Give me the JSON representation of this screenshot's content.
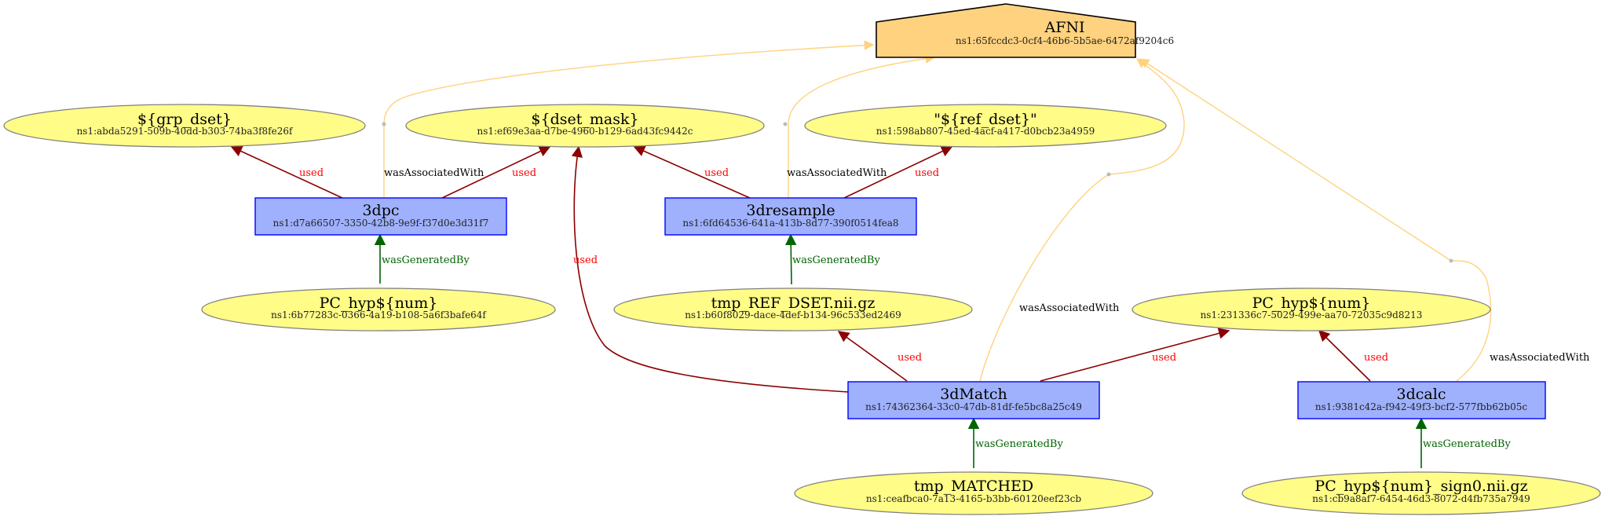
{
  "agent": {
    "title": "AFNI",
    "id": "ns1:65fccdc3-0cf4-46b6-5b5ae-6472af9204c6"
  },
  "entities": {
    "grp_dset": {
      "title": "${grp_dset}",
      "id": "ns1:abda5291-509b-40dd-b303-74ba3f8fe26f"
    },
    "dset_mask": {
      "title": "${dset_mask}",
      "id": "ns1:ef69e3aa-d7be-4960-b129-6ad43fc9442c"
    },
    "ref_dset": {
      "title": "\"${ref_dset}\"",
      "id": "ns1:598ab807-45ed-4acf-a417-d0bcb23a4959"
    },
    "pc_hyp_1": {
      "title": "PC_hyp${num}",
      "id": "ns1:6b77283c-0366-4a19-b108-5a6f3bafe64f"
    },
    "tmp_ref": {
      "title": "tmp_REF_DSET.nii.gz",
      "id": "ns1:b60f8029-dace-4def-b134-96c533ed2469"
    },
    "pc_hyp_2": {
      "title": "PC_hyp${num}",
      "id": "ns1:231336c7-5029-499e-aa70-72035c9d8213"
    },
    "tmp_matched": {
      "title": "tmp_MATCHED",
      "id": "ns1:ceafbca0-7a13-4165-b3bb-60120eef23cb"
    },
    "pc_hyp_sign0": {
      "title": "PC_hyp${num}_sign0.nii.gz",
      "id": "ns1:cb9a8af7-6454-46d3-8072-d4fb735a7949"
    }
  },
  "activities": {
    "a3dpc": {
      "title": "3dpc",
      "id": "ns1:d7a66507-3350-42b8-9e9f-f37d0e3d31f7"
    },
    "a3dresample": {
      "title": "3dresample",
      "id": "ns1:6fd64536-641a-413b-8d77-390f0514fea8"
    },
    "a3dmatch": {
      "title": "3dMatch",
      "id": "ns1:74362364-33c0-47db-81df-fe5bc8a25c49"
    },
    "a3dcalc": {
      "title": "3dcalc",
      "id": "ns1:9381c42a-f942-49f3-bcf2-577fbb62b05c"
    }
  },
  "edge_labels": {
    "used": "used",
    "wasGeneratedBy": "wasGeneratedBy",
    "wasAssociatedWith": "wasAssociatedWith"
  },
  "colors": {
    "agent_fill": "#ffd27f",
    "entity_fill": "#fffc87",
    "entity_stroke": "#808080",
    "activity_fill": "#9fb1fc",
    "activity_stroke": "#0000ff",
    "used_edge": "#8b0000",
    "used_label": "#ff0000",
    "generated_edge": "#006400",
    "associated_edge": "#ffd27f",
    "associated_label": "#000000"
  }
}
